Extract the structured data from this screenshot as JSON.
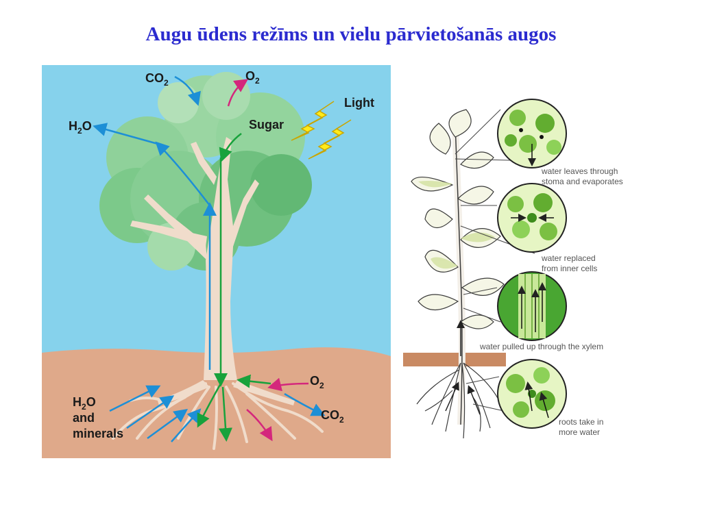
{
  "title": "Augu ūdens režīms un vielu pārvietošanās augos",
  "tree_diagram": {
    "labels": {
      "co2_top": "CO",
      "co2_top_sub": "2",
      "o2_top": "O",
      "o2_top_sub": "2",
      "h2o_left": "H",
      "h2o_left_sub": "2",
      "h2o_left_end": "O",
      "sugar": "Sugar",
      "light": "Light",
      "h2o_roots": "H",
      "h2o_roots_sub": "2",
      "h2o_roots_end": "O",
      "and": "and",
      "minerals": "minerals",
      "o2_roots": "O",
      "o2_roots_sub": "2",
      "co2_roots": "CO",
      "co2_roots_sub": "2"
    },
    "colors": {
      "sky": "#86d2ec",
      "soil": "#dfa98a",
      "foliage": "#7cc98a",
      "trunk": "#f0dccb",
      "water_arrow": "#1d8fd6",
      "sugar_arrow": "#18a23c",
      "oxygen_arrow": "#d4277c",
      "light_bolt": "#ffeb1a"
    }
  },
  "plant_diagram": {
    "callouts": [
      {
        "line1": "water leaves through",
        "line2": "stoma and evaporates"
      },
      {
        "line1": "water replaced",
        "line2": "from inner cells"
      },
      {
        "line1": "water pulled up through the xylem",
        "line2": ""
      },
      {
        "line1": "roots take in",
        "line2": "more water"
      }
    ]
  }
}
